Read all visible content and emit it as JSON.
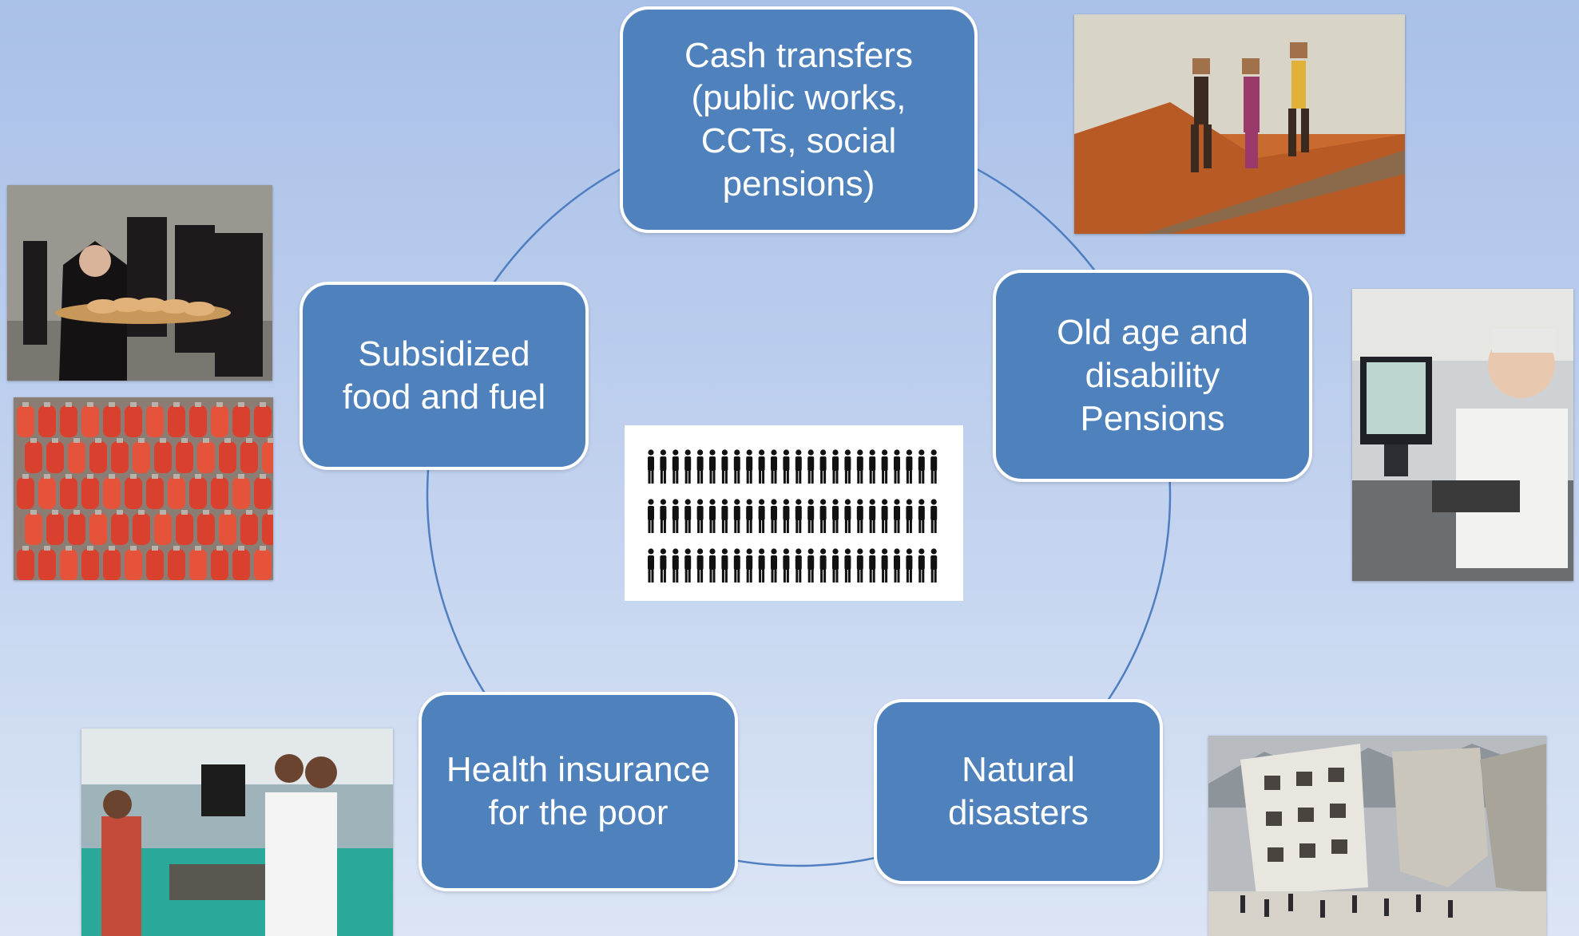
{
  "nodes": {
    "cash": {
      "lines": [
        "Cash transfers",
        "(public works,",
        "CCTs, social",
        "pensions)"
      ]
    },
    "old_age": {
      "lines": [
        "Old age and",
        "disability",
        "Pensions"
      ]
    },
    "natural": {
      "lines": [
        "Natural",
        "disasters"
      ]
    },
    "health": {
      "lines": [
        "Health insurance",
        "for the poor"
      ]
    },
    "subsidized": {
      "lines": [
        "Subsidized",
        "food and fuel"
      ]
    }
  },
  "center": {
    "icon": "crowd-of-people-icon",
    "rows": 3,
    "people_per_row": 24
  },
  "photos": [
    {
      "name": "brick-workers-photo"
    },
    {
      "name": "elderly-woman-bank-photo"
    },
    {
      "name": "collapsed-buildings-photo"
    },
    {
      "name": "hospital-patient-photo"
    },
    {
      "name": "bread-distribution-photo"
    },
    {
      "name": "gas-cylinders-photo"
    }
  ],
  "colors": {
    "node_fill": "#4f81bd",
    "node_border": "#ffffff",
    "ring": "#4f7fc0",
    "background_top": "#a9c0e8",
    "background_bottom": "#dbe5f5"
  }
}
